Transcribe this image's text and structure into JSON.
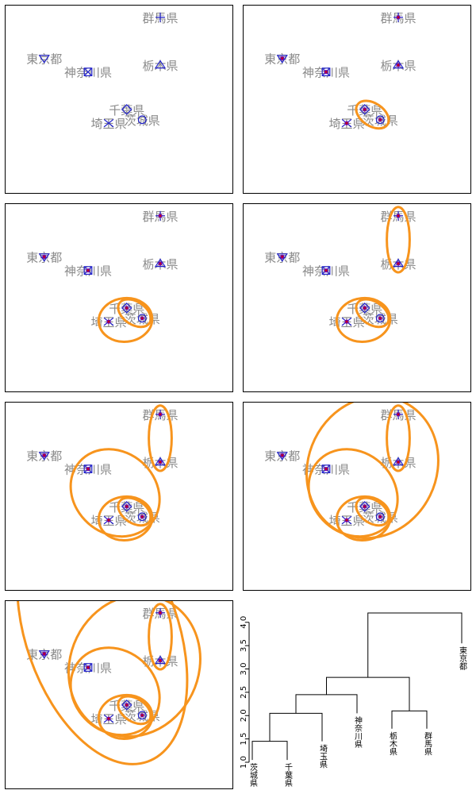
{
  "colors": {
    "label": "#8a8a8a",
    "marker": "#2222cc",
    "ellipse": "#f7941d",
    "point_red": "#cc0000",
    "point_purple": "#7a00a0"
  },
  "chart_data": {
    "type": "scatter",
    "points": [
      {
        "id": "gunma",
        "label": "群馬県",
        "marker": "plus",
        "x": 1.6,
        "y": 2.4
      },
      {
        "id": "tokyo",
        "label": "東京都",
        "marker": "triangle-down",
        "x": -2.9,
        "y": 1.2
      },
      {
        "id": "tochigi",
        "label": "栃木県",
        "marker": "triangle-up",
        "x": 1.6,
        "y": 1.0
      },
      {
        "id": "kanagawa",
        "label": "神奈川県",
        "marker": "square-x",
        "x": -1.2,
        "y": 0.8
      },
      {
        "id": "chiba",
        "label": "千葉県",
        "marker": "diamond",
        "x": 0.3,
        "y": -0.3
      },
      {
        "id": "ibaraki",
        "label": "茨城県",
        "marker": "circle",
        "x": 0.9,
        "y": -0.6
      },
      {
        "id": "saitama",
        "label": "埼玉県",
        "marker": "x",
        "x": -0.4,
        "y": -0.7
      }
    ],
    "merge_steps": [
      [],
      [
        [
          "chiba",
          "ibaraki"
        ]
      ],
      [
        [
          "chiba",
          "ibaraki"
        ],
        [
          "chiba",
          "ibaraki",
          "saitama"
        ]
      ],
      [
        [
          "chiba",
          "ibaraki"
        ],
        [
          "chiba",
          "ibaraki",
          "saitama"
        ],
        [
          "gunma",
          "tochigi"
        ]
      ],
      [
        [
          "chiba",
          "ibaraki"
        ],
        [
          "chiba",
          "ibaraki",
          "saitama"
        ],
        [
          "gunma",
          "tochigi"
        ],
        [
          "chiba",
          "ibaraki",
          "saitama",
          "kanagawa"
        ]
      ],
      [
        [
          "chiba",
          "ibaraki"
        ],
        [
          "chiba",
          "ibaraki",
          "saitama"
        ],
        [
          "gunma",
          "tochigi"
        ],
        [
          "chiba",
          "ibaraki",
          "saitama",
          "kanagawa"
        ],
        [
          "chiba",
          "ibaraki",
          "saitama",
          "kanagawa",
          "gunma",
          "tochigi"
        ]
      ],
      [
        [
          "chiba",
          "ibaraki"
        ],
        [
          "chiba",
          "ibaraki",
          "saitama"
        ],
        [
          "gunma",
          "tochigi"
        ],
        [
          "chiba",
          "ibaraki",
          "saitama",
          "kanagawa"
        ],
        [
          "chiba",
          "ibaraki",
          "saitama",
          "kanagawa",
          "gunma",
          "tochigi"
        ],
        [
          "chiba",
          "ibaraki",
          "saitama",
          "kanagawa",
          "gunma",
          "tochigi",
          "tokyo"
        ]
      ]
    ],
    "dendrogram": {
      "y_ticks": [
        "1.0",
        "1.5",
        "2.0",
        "2.5",
        "3.0",
        "3.5",
        "4.0"
      ],
      "ylim": [
        1.0,
        4.2
      ],
      "leaves": [
        "茨城県",
        "千葉県",
        "埼玉県",
        "神奈川県",
        "栃木県",
        "群馬県",
        "東京都"
      ],
      "merges": [
        {
          "a": 0,
          "b": 1,
          "height": 1.45
        },
        {
          "a": "m0",
          "b": 2,
          "height": 2.05
        },
        {
          "a": "m1",
          "b": 3,
          "height": 2.45
        },
        {
          "a": 4,
          "b": 5,
          "height": 2.1
        },
        {
          "a": "m2",
          "b": "m3",
          "height": 2.82
        },
        {
          "a": "m4",
          "b": 6,
          "height": 4.2
        }
      ]
    }
  }
}
